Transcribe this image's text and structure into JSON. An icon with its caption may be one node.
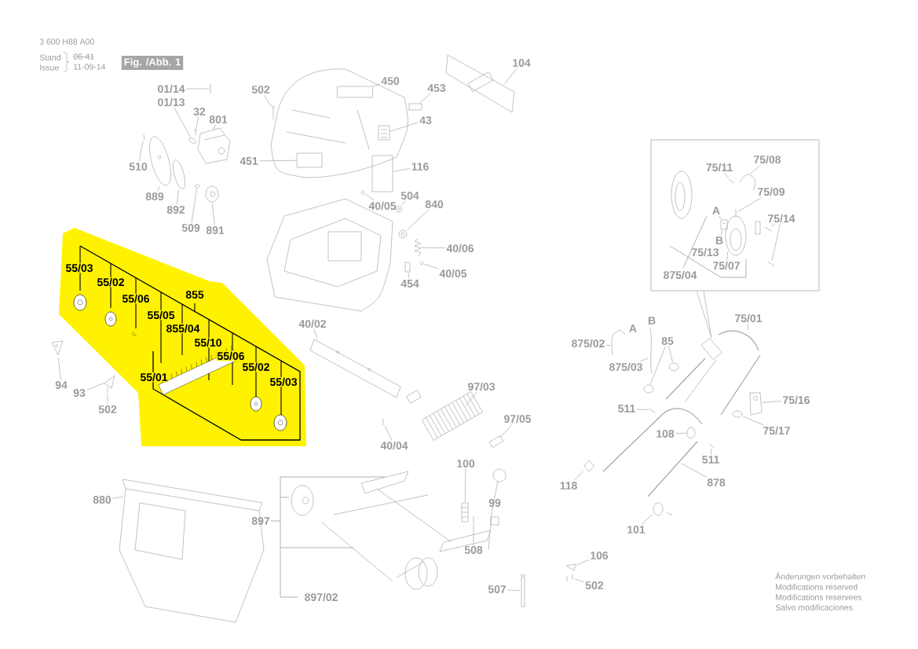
{
  "diagram": {
    "nodes": [
      {
        "text": [
          "Fig. /Abb. 1"
        ]
      },
      {
        "text": [
          "01/14"
        ]
      },
      {
        "text": [
          "01/13"
        ]
      },
      {
        "text": [
          "32"
        ]
      },
      {
        "text": [
          "801"
        ]
      },
      {
        "text": [
          "510"
        ]
      },
      {
        "text": [
          "889"
        ]
      },
      {
        "text": [
          "892"
        ]
      },
      {
        "text": [
          "509"
        ]
      },
      {
        "text": [
          "891"
        ]
      },
      {
        "text": [
          "502"
        ]
      },
      {
        "text": [
          "451"
        ]
      },
      {
        "text": [
          "450"
        ]
      },
      {
        "text": [
          "453"
        ]
      },
      {
        "text": [
          "43"
        ]
      },
      {
        "text": [
          "104"
        ]
      },
      {
        "text": [
          "116"
        ]
      },
      {
        "text": [
          "40/05"
        ]
      },
      {
        "text": [
          "504"
        ]
      },
      {
        "text": [
          "840"
        ]
      },
      {
        "text": [
          "40/06"
        ]
      },
      {
        "text": [
          "40/05"
        ]
      },
      {
        "text": [
          "454"
        ]
      },
      {
        "text": [
          "94"
        ]
      },
      {
        "text": [
          "93"
        ]
      },
      {
        "text": [
          "502"
        ]
      },
      {
        "text": [
          "40/02"
        ]
      },
      {
        "text": [
          "97/03"
        ]
      },
      {
        "text": [
          "97/05"
        ]
      },
      {
        "text": [
          "40/04"
        ]
      },
      {
        "text": [
          "100"
        ]
      },
      {
        "text": [
          "508"
        ]
      },
      {
        "text": [
          "507"
        ]
      },
      {
        "text": [
          "880"
        ]
      },
      {
        "text": [],
        "shape": "box"
      },
      {
        "text": [
          "75/11"
        ],
        "in": 34
      },
      {
        "text": [
          "75/08"
        ],
        "in": 34
      },
      {
        "text": [
          "75/09"
        ],
        "in": 34
      },
      {
        "text": [
          "A"
        ],
        "in": 34
      },
      {
        "text": [
          "75/14"
        ],
        "in": 34
      },
      {
        "text": [
          "B"
        ],
        "in": 34
      },
      {
        "text": [
          "75/07"
        ],
        "in": 34
      },
      {
        "text": [
          "75/01"
        ]
      },
      {
        "text": [
          "875/02"
        ]
      },
      {
        "text": [
          "875/03"
        ]
      },
      {
        "text": [
          "85"
        ]
      },
      {
        "text": [
          "511"
        ]
      },
      {
        "text": [
          "75/16"
        ]
      },
      {
        "text": [
          "75/17"
        ]
      },
      {
        "text": [
          "108"
        ]
      },
      {
        "text": [
          "511"
        ]
      },
      {
        "text": [
          "118"
        ]
      },
      {
        "text": [
          "878"
        ]
      },
      {
        "text": [
          "101"
        ]
      },
      {
        "text": [
          "106"
        ]
      },
      {
        "text": [
          "502"
        ]
      },
      {
        "text": [],
        "shape": "picture"
      },
      {
        "text": [],
        "shape": "picture"
      },
      {
        "text": [],
        "shape": "picture"
      },
      {
        "text": [],
        "shape": "picture"
      },
      {
        "text": [],
        "shape": "picture"
      },
      {
        "text": [],
        "shape": "picture"
      },
      {
        "text": [],
        "shape": "picture"
      },
      {
        "text": [],
        "shape": "picture"
      },
      {
        "text": [],
        "shape": "picture"
      },
      {
        "text": [],
        "shape": "picture"
      },
      {
        "text": [],
        "shape": "box"
      },
      {
        "text": [],
        "shape": "box"
      },
      {
        "text": [],
        "shape": "box"
      },
      {
        "text": [],
        "shape": "picture"
      },
      {
        "text": [],
        "shape": "picture"
      },
      {
        "text": [],
        "shape": "box"
      },
      {
        "text": [],
        "shape": "picture"
      },
      {
        "text": [],
        "shape": "picture"
      },
      {
        "text": [],
        "shape": "picture"
      },
      {
        "text": [],
        "shape": "picture"
      },
      {
        "text": [],
        "shape": "picture"
      },
      {
        "text": [],
        "shape": "box"
      },
      {
        "text": [],
        "shape": "picture"
      },
      {
        "text": [],
        "shape": "picture"
      },
      {
        "text": [],
        "shape": "picture"
      },
      {
        "text": [],
        "shape": "picture"
      },
      {
        "text": [],
        "shape": "picture"
      },
      {
        "text": [],
        "shape": "picture"
      },
      {
        "text": [],
        "shape": "picture"
      },
      {
        "text": [],
        "shape": "picture"
      },
      {
        "text": [],
        "shape": "picture"
      },
      {
        "text": [],
        "shape": "picture"
      },
      {
        "text": [],
        "shape": "picture"
      },
      {
        "text": [],
        "shape": "picture",
        "in": 34
      },
      {
        "text": [],
        "shape": "picture",
        "in": 34
      },
      {
        "text": [],
        "shape": "picture",
        "in": 34
      },
      {
        "text": [],
        "shape": "picture",
        "in": 34
      },
      {
        "text": [],
        "shape": "picture",
        "in": 34
      },
      {
        "text": [],
        "shape": "picture",
        "in": 34
      },
      {
        "text": [],
        "shape": "picture",
        "in": 34
      },
      {
        "text": [],
        "shape": "picture"
      },
      {
        "text": [],
        "shape": "picture"
      },
      {
        "text": [],
        "shape": "picture"
      },
      {
        "text": [],
        "shape": "picture"
      },
      {
        "text": [],
        "shape": "picture"
      },
      {
        "text": [],
        "shape": "picture"
      },
      {
        "text": [],
        "shape": "picture"
      },
      {
        "text": [],
        "shape": "picture"
      },
      {
        "text": [],
        "shape": "picture"
      },
      {
        "text": [],
        "shape": "picture"
      },
      {
        "text": [],
        "shape": "picture"
      },
      {
        "text": [],
        "shape": "picture"
      },
      {
        "text": [],
        "shape": "picture"
      },
      {
        "text": [],
        "shape": "picture"
      },
      {
        "text": [],
        "shape": "picture"
      },
      {
        "text": [],
        "shape": "picture"
      }
    ],
    "edges": [
      {
        "from": 1,
        "to": 56,
        "arrow": "none"
      },
      {
        "from": 2,
        "to": 57,
        "arrow": "none"
      },
      {
        "from": 3,
        "to": 58,
        "arrow": "none"
      },
      {
        "from": 4,
        "to": 59,
        "arrow": "none"
      },
      {
        "from": 5,
        "to": 60,
        "arrow": "none"
      },
      {
        "from": 6,
        "to": 61,
        "arrow": "none"
      },
      {
        "from": 7,
        "to": 62,
        "arrow": "none"
      },
      {
        "from": 8,
        "to": 63,
        "arrow": "none"
      },
      {
        "from": 9,
        "to": 64,
        "arrow": "none"
      },
      {
        "from": 10,
        "to": 65,
        "arrow": "none"
      },
      {
        "from": 11,
        "to": 66,
        "arrow": "none"
      },
      {
        "from": 12,
        "to": 67,
        "arrow": "none"
      },
      {
        "from": 13,
        "to": 68,
        "arrow": "none"
      },
      {
        "from": 14,
        "to": 69,
        "arrow": "none"
      },
      {
        "from": 15,
        "to": 70,
        "arrow": "none"
      },
      {
        "from": 16,
        "to": 71,
        "arrow": "none"
      },
      {
        "from": 17,
        "to": 72,
        "arrow": "none"
      },
      {
        "from": 18,
        "to": 73,
        "arrow": "none"
      },
      {
        "from": 19,
        "to": 74,
        "arrow": "none"
      },
      {
        "from": 20,
        "to": 75,
        "arrow": "none"
      },
      {
        "from": 21,
        "to": 76,
        "arrow": "none"
      },
      {
        "from": 22,
        "to": 77,
        "arrow": "none"
      },
      {
        "from": 23,
        "to": 78,
        "arrow": "none"
      },
      {
        "from": 24,
        "to": 79,
        "arrow": "none"
      },
      {
        "from": 25,
        "to": 80,
        "arrow": "none"
      },
      {
        "from": 26,
        "to": 81,
        "arrow": "none"
      },
      {
        "from": 27,
        "to": 82,
        "arrow": "none"
      },
      {
        "from": 28,
        "to": 83,
        "arrow": "none"
      },
      {
        "from": 29,
        "to": 84,
        "arrow": "none"
      },
      {
        "from": 30,
        "to": 85,
        "arrow": "none"
      },
      {
        "from": 31,
        "to": 86,
        "arrow": "none"
      },
      {
        "from": 32,
        "to": 87,
        "arrow": "none"
      },
      {
        "from": 33,
        "to": 88,
        "arrow": "none"
      },
      {
        "from": 35,
        "to": 89,
        "arrow": "none"
      },
      {
        "from": 36,
        "to": 90,
        "arrow": "none"
      },
      {
        "from": 37,
        "to": 91,
        "arrow": "none"
      },
      {
        "from": 38,
        "to": 92,
        "arrow": "none"
      },
      {
        "from": 39,
        "to": 93,
        "arrow": "none"
      },
      {
        "from": 39,
        "to": 94,
        "arrow": "none"
      },
      {
        "from": 40,
        "to": 92,
        "arrow": "none"
      },
      {
        "from": 41,
        "to": 95,
        "arrow": "none"
      },
      {
        "from": 42,
        "to": 96,
        "arrow": "none"
      },
      {
        "from": 43,
        "to": 97,
        "arrow": "none"
      },
      {
        "from": 44,
        "to": 98,
        "arrow": "none"
      },
      {
        "from": 45,
        "to": 99,
        "arrow": "none"
      },
      {
        "from": 45,
        "to": 100,
        "arrow": "none"
      },
      {
        "from": 46,
        "to": 101,
        "arrow": "none"
      },
      {
        "from": 47,
        "to": 102,
        "arrow": "none"
      },
      {
        "from": 48,
        "to": 103,
        "arrow": "none"
      },
      {
        "from": 49,
        "to": 104,
        "arrow": "none"
      },
      {
        "from": 50,
        "to": 105,
        "arrow": "none"
      },
      {
        "from": 51,
        "to": 106,
        "arrow": "none"
      },
      {
        "from": 52,
        "to": 107,
        "arrow": "none"
      },
      {
        "from": 53,
        "to": 108,
        "arrow": "none"
      },
      {
        "from": 54,
        "to": 109,
        "arrow": "none"
      },
      {
        "from": 55,
        "to": 110,
        "arrow": "none"
      },
      {
        "from": 34,
        "to": 111,
        "arrow": "none"
      }
    ],
    "labels": [
      "3 600 H88 A00",
      "Stand",
      "06-41",
      "Issue",
      "11-09-14",
      "55/03",
      "55/02",
      "855",
      "55/06",
      "55/05",
      "855/04",
      "55/10",
      "55/06",
      "55/02",
      "55/01",
      "55/03",
      "75/13",
      "875/04",
      "B",
      "A",
      "99",
      "897",
      "897/02",
      "Änderungen vorbehalten",
      "Modifications reserved",
      "Modifications reservees",
      "Salvo modificaciones"
    ]
  }
}
